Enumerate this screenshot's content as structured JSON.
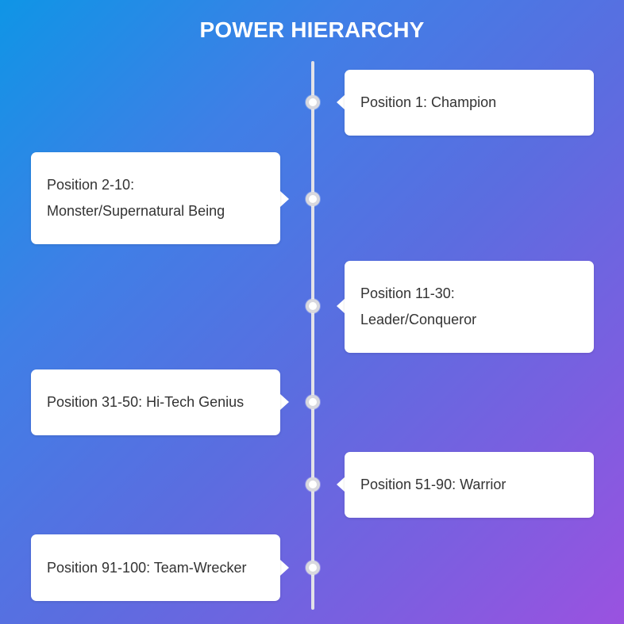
{
  "title": "POWER HIERARCHY",
  "colors": {
    "gradient_start": "#0f95e6",
    "gradient_end": "#9a52e0",
    "card_background": "#ffffff",
    "spine": "#e2e2e8",
    "text": "#333333"
  },
  "entries": [
    {
      "label": "Position 1: Champion",
      "side": "right"
    },
    {
      "label": "Position 2-10: Monster/Supernatural Being",
      "side": "left"
    },
    {
      "label": "Position 11-30: Leader/Conqueror",
      "side": "right"
    },
    {
      "label": "Position 31-50: Hi-Tech Genius",
      "side": "left"
    },
    {
      "label": "Position 51-90: Warrior",
      "side": "right"
    },
    {
      "label": "Position 91-100: Team-Wrecker",
      "side": "left"
    }
  ]
}
